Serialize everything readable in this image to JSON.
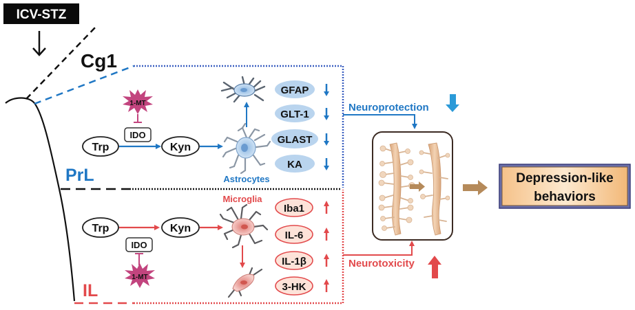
{
  "treatment": {
    "label": "ICV-STZ"
  },
  "regions": {
    "cg1": "Cg1",
    "prl": "PrL",
    "il": "IL"
  },
  "prl_pathway": {
    "inhibitor": "1-MT",
    "enzyme": "IDO",
    "substrate": "Trp",
    "product": "Kyn",
    "cell_label": "Astrocytes",
    "markers": [
      {
        "label": "GFAP",
        "direction": "down"
      },
      {
        "label": "GLT-1",
        "direction": "down"
      },
      {
        "label": "GLAST",
        "direction": "down"
      },
      {
        "label": "KA",
        "direction": "down"
      }
    ],
    "outcome": "Neuroprotection",
    "outcome_direction": "down"
  },
  "il_pathway": {
    "inhibitor": "1-MT",
    "enzyme": "IDO",
    "substrate": "Trp",
    "product": "Kyn",
    "cell_label": "Microglia",
    "markers": [
      {
        "label": "Iba1",
        "direction": "up"
      },
      {
        "label": "IL-6",
        "direction": "up"
      },
      {
        "label": "IL-1β",
        "direction": "up"
      },
      {
        "label": "3-HK",
        "direction": "up"
      }
    ],
    "outcome": "Neurotoxicity",
    "outcome_direction": "up"
  },
  "result": {
    "line1": "Depression-like",
    "line2": "behaviors"
  },
  "colors": {
    "blue": "#1f77c4",
    "blue_dot": "#3a5fc0",
    "red": "#e2494b",
    "magenta": "#c2447e",
    "astro_fill": "#b9d4ee",
    "micro_fill": "#f3c4c0",
    "dendrite": "#e8c09a",
    "tan_arrow": "#b58a5a"
  }
}
